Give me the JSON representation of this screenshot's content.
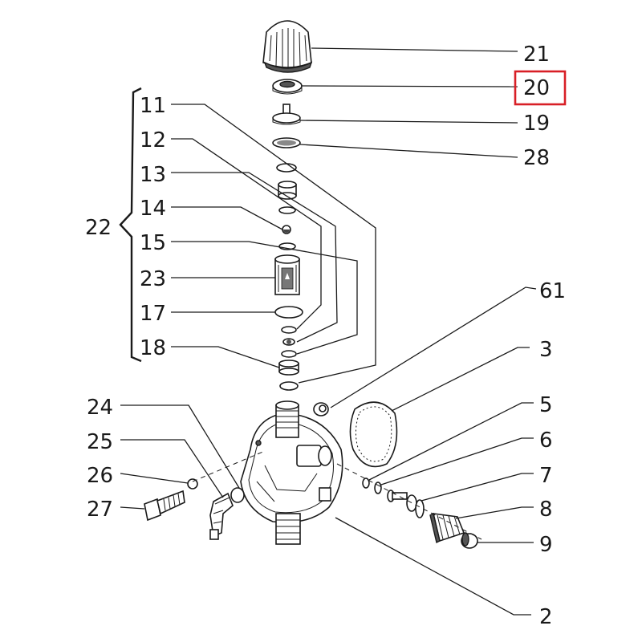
{
  "callouts": {
    "c21": "21",
    "c20": "20",
    "c19": "19",
    "c28": "28",
    "c11": "11",
    "c12": "12",
    "c13": "13",
    "c14": "14",
    "c15": "15",
    "c22": "22",
    "c23": "23",
    "c17": "17",
    "c18": "18",
    "c61": "61",
    "c3": "3",
    "c24": "24",
    "c25": "25",
    "c26": "26",
    "c27": "27",
    "c5": "5",
    "c6": "6",
    "c7": "7",
    "c8": "8",
    "c9": "9",
    "c2": "2"
  },
  "highlight": {
    "label": "20",
    "color": "#d81f26"
  },
  "colors": {
    "line": "#1a1a1a",
    "shade": "#555555",
    "background": "#ffffff"
  }
}
